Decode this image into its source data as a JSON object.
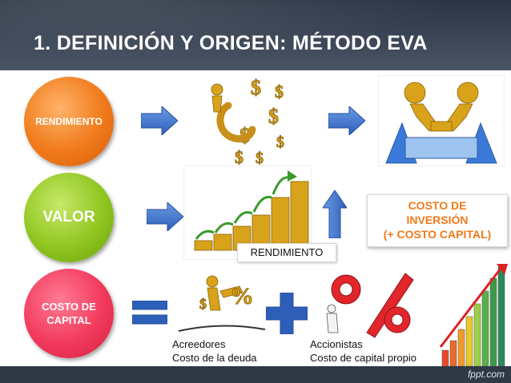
{
  "slide": {
    "title": "1. DEFINICIÓN Y ORIGEN: MÉTODO EVA",
    "brand": "fppt.com"
  },
  "circles": {
    "rendimiento": "RENDIMIENTO",
    "valor": "VALOR",
    "costo_capital_line1": "COSTO DE",
    "costo_capital_line2": "CAPITAL"
  },
  "costo_inversion": {
    "line1": "COSTO DE",
    "line2": "INVERSIÓN",
    "line3": "(+ COSTO CAPITAL)"
  },
  "rendimiento_label": "RENDIMIENTO",
  "acreedores": {
    "title": "Acreedores",
    "subtitle": "Costo de la deuda"
  },
  "accionistas": {
    "title": "Accionistas",
    "subtitle": "Costo de capital propio"
  },
  "colors": {
    "orange": "#f07a1a",
    "green": "#8fc620",
    "pink": "#f23a5c",
    "blue": "#3b6fc6",
    "gold": "#d8a21a"
  },
  "icons": [
    "right-arrow-icon",
    "up-arrow-icon",
    "plus-icon",
    "equals-icon",
    "dollar-figures-image",
    "handshake-figures-image",
    "coin-stacks-image",
    "figure-lifting-percent-image",
    "figure-pushing-percent-image",
    "rising-bar-chart-image"
  ]
}
